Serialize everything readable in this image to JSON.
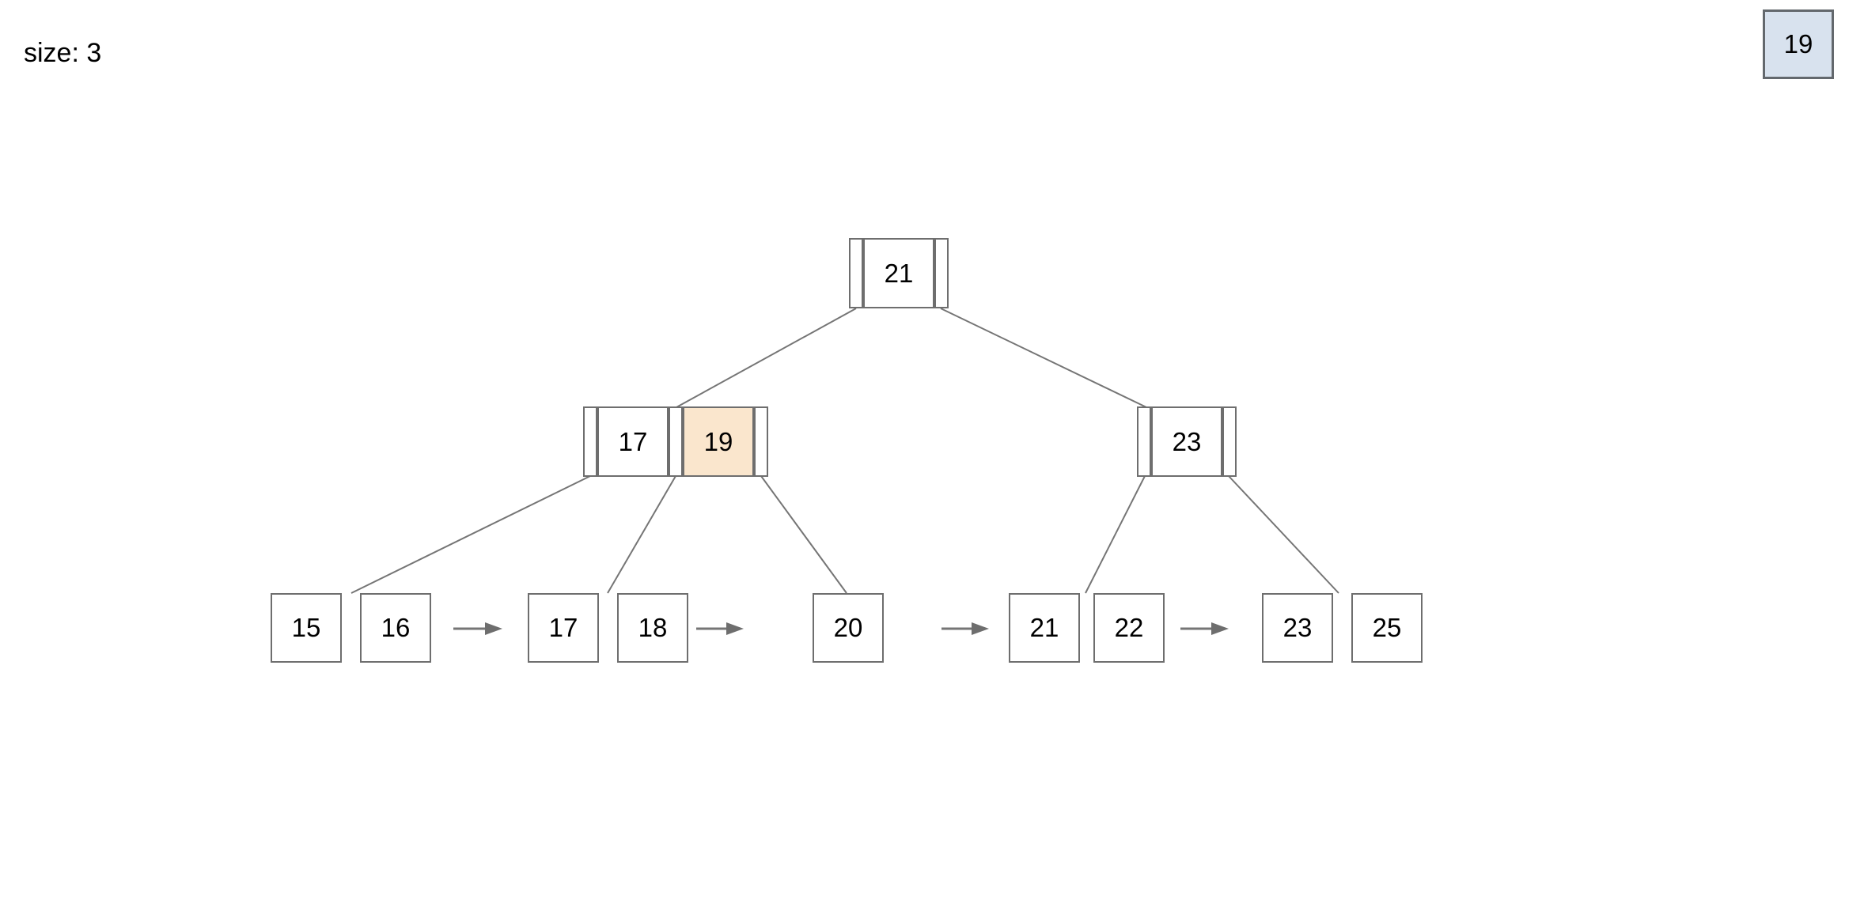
{
  "app": {
    "size_label": "size: 3"
  },
  "insert_box": {
    "value": "19"
  },
  "colors": {
    "background": "#ffffff",
    "cell_border": "#6e6e6e",
    "cell_fill": "#ffffff",
    "highlight_fill": "#fae6cd",
    "insert_fill": "#d8e2ee",
    "insert_border": "#63686d",
    "edge": "#757575",
    "arrow": "#6e6e6e",
    "text": "#000000"
  },
  "tree": {
    "internal_nodes": [
      {
        "id": "root",
        "keys": [
          "21"
        ],
        "highlighted_key_index": -1
      },
      {
        "id": "internal-left",
        "keys": [
          "17",
          "19"
        ],
        "highlighted_key_index": 1
      },
      {
        "id": "internal-right",
        "keys": [
          "23"
        ],
        "highlighted_key_index": -1
      }
    ],
    "leaf_nodes": [
      {
        "id": "leaf-0",
        "keys": [
          "15",
          "16"
        ]
      },
      {
        "id": "leaf-1",
        "keys": [
          "17",
          "18"
        ]
      },
      {
        "id": "leaf-2",
        "keys": [
          "20"
        ]
      },
      {
        "id": "leaf-3",
        "keys": [
          "21",
          "22"
        ]
      },
      {
        "id": "leaf-4",
        "keys": [
          "23",
          "25"
        ]
      }
    ]
  }
}
